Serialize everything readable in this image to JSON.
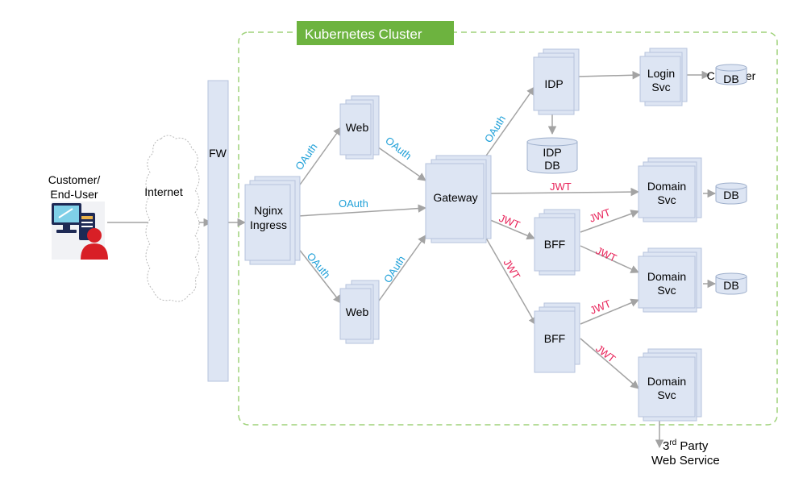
{
  "cluster": {
    "title": "Kubernetes Cluster",
    "border_color": "#9fd27a",
    "title_bg": "#6db33f"
  },
  "colors": {
    "oauth": "#1fa0d8",
    "jwt": "#e8245a",
    "box_fill": "#dde5f3",
    "connector": "#a3a3a3"
  },
  "user": {
    "label1": "Customer/",
    "label2": "End-User"
  },
  "internet": {
    "label": "Internet"
  },
  "fw": {
    "label": "FW"
  },
  "nginx": {
    "label1": "Nginx",
    "label2": "Ingress"
  },
  "web_top": {
    "label": "Web"
  },
  "web_bottom": {
    "label": "Web"
  },
  "gateway": {
    "label": "Gateway"
  },
  "idp": {
    "label": "IDP"
  },
  "idp_db": {
    "label1": "IDP",
    "label2": "DB"
  },
  "login_svc": {
    "label1": "Login",
    "label2": "Svc"
  },
  "customer_db": {
    "caption": "Customer",
    "label": "DB"
  },
  "bff_top": {
    "label": "BFF"
  },
  "bff_bottom": {
    "label": "BFF"
  },
  "domain1": {
    "label1": "Domain",
    "label2": "Svc",
    "db": "DB"
  },
  "domain2": {
    "label1": "Domain",
    "label2": "Svc",
    "db": "DB"
  },
  "domain3": {
    "label1": "Domain",
    "label2": "Svc"
  },
  "third_party": {
    "label1_base": "3",
    "label1_sup": "rd",
    "label1_rest": " Party",
    "label2": "Web Service"
  },
  "edges": {
    "oauth": "OAuth",
    "jwt": "JWT"
  }
}
